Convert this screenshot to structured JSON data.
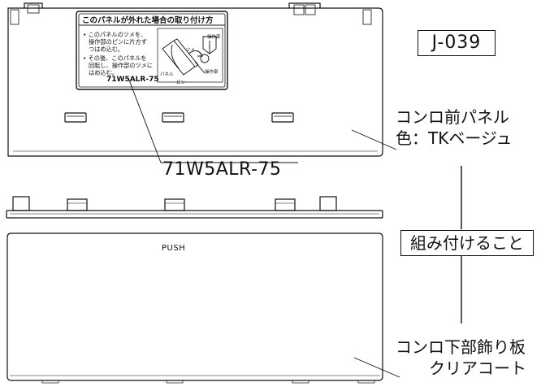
{
  "diagram": {
    "code_label": "J-039",
    "front_panel": {
      "name": "コンロ前パネル",
      "color_note": "色：TKベージュ"
    },
    "part_number": "71W5ALR-75",
    "assembly_note": "組み付けること",
    "lower_panel": {
      "name": "コンロ下部飾り板",
      "finish_note": "クリアコート",
      "push_marking": "PUSH"
    },
    "sticker": {
      "title": "このパネルが外れた場合の取り付け方",
      "bullet1_lines": [
        "• このパネルのツメを、",
        "操作部のピンに片方ず",
        "つはめ込む。"
      ],
      "bullet2_lines": [
        "• その後、このパネルを",
        "回転し、操作部のツメに",
        "はめ込む。"
      ],
      "part_number": "71W5ALR-75",
      "illustration_labels": [
        "操作部",
        "ツメ",
        "パネル",
        "操作部",
        "ピン"
      ]
    },
    "colors": {
      "line": "#111111",
      "background": "#ffffff"
    }
  }
}
